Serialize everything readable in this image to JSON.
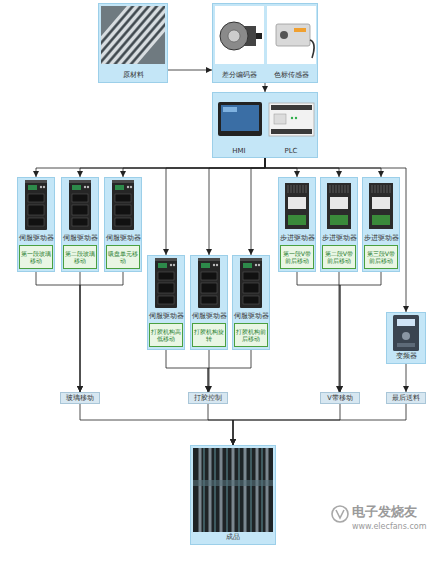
{
  "diagram": {
    "nodes": [
      {
        "text": [
          "原材料"
        ]
      },
      {
        "text": [
          "差分编码器",
          "色标传感器"
        ]
      },
      {
        "text": [
          "HMI",
          "PLC"
        ]
      },
      {
        "text": [
          "伺服驱动器"
        ]
      },
      {
        "text": [
          "第一段玻璃移动"
        ],
        "in": 3
      },
      {
        "text": [
          "伺服驱动器"
        ]
      },
      {
        "text": [
          "第二段玻璃移动"
        ],
        "in": 5
      },
      {
        "text": [
          "伺服驱动器"
        ]
      },
      {
        "text": [
          "吸盘单元移动"
        ],
        "in": 7
      },
      {
        "text": [
          "步进驱动器"
        ]
      },
      {
        "text": [
          "第一段V带前后移动"
        ],
        "in": 9
      },
      {
        "text": [
          "步进驱动器"
        ]
      },
      {
        "text": [
          "第二段V带前后移动"
        ],
        "in": 11
      },
      {
        "text": [
          "步进驱动器"
        ]
      },
      {
        "text": [
          "第三段V带前后移动"
        ],
        "in": 13
      },
      {
        "text": [
          "伺服驱动器"
        ]
      },
      {
        "text": [
          "打胶机构高低移动"
        ],
        "in": 15
      },
      {
        "text": [
          "伺服驱动器"
        ]
      },
      {
        "text": [
          "打胶机构旋转"
        ],
        "in": 17
      },
      {
        "text": [
          "伺服驱动器"
        ]
      },
      {
        "text": [
          "打胶机构前后移动"
        ],
        "in": 19
      },
      {
        "text": [
          "变频器"
        ]
      },
      {
        "text": [
          "玻璃移动"
        ]
      },
      {
        "text": [
          "打胶控制"
        ]
      },
      {
        "text": [
          "V带移动"
        ]
      },
      {
        "text": [
          "最后送料"
        ]
      },
      {
        "text": [
          "成品"
        ]
      }
    ],
    "edges": [
      {
        "from": 0,
        "to": 1,
        "arrow": "to"
      },
      {
        "from": 1,
        "to": 2,
        "arrow": "to"
      },
      {
        "from": 2,
        "to": 3,
        "arrow": "to"
      },
      {
        "from": 2,
        "to": 5,
        "arrow": "to"
      },
      {
        "from": 2,
        "to": 7,
        "arrow": "to"
      },
      {
        "from": 2,
        "to": 9,
        "arrow": "to"
      },
      {
        "from": 2,
        "to": 11,
        "arrow": "to"
      },
      {
        "from": 2,
        "to": 13,
        "arrow": "to"
      },
      {
        "from": 2,
        "to": 15,
        "arrow": "to"
      },
      {
        "from": 2,
        "to": 17,
        "arrow": "to"
      },
      {
        "from": 2,
        "to": 19,
        "arrow": "to"
      },
      {
        "from": 2,
        "to": 21,
        "arrow": "to"
      },
      {
        "from": 3,
        "to": 22,
        "arrow": "to"
      },
      {
        "from": 5,
        "to": 22,
        "arrow": "to"
      },
      {
        "from": 7,
        "to": 22,
        "arrow": "to"
      },
      {
        "from": 15,
        "to": 23,
        "arrow": "to"
      },
      {
        "from": 17,
        "to": 23,
        "arrow": "to"
      },
      {
        "from": 19,
        "to": 23,
        "arrow": "to"
      },
      {
        "from": 9,
        "to": 24,
        "arrow": "to"
      },
      {
        "from": 11,
        "to": 24,
        "arrow": "to"
      },
      {
        "from": 13,
        "to": 24,
        "arrow": "to"
      },
      {
        "from": 21,
        "to": 25,
        "arrow": "to"
      },
      {
        "from": 22,
        "to": 26,
        "arrow": "to"
      },
      {
        "from": 23,
        "to": 26,
        "arrow": "to"
      },
      {
        "from": 24,
        "to": 26,
        "arrow": "to"
      },
      {
        "from": 25,
        "to": 26,
        "arrow": "to"
      }
    ],
    "labels": [
      "电子发烧友",
      "www.elecfans.com"
    ]
  }
}
